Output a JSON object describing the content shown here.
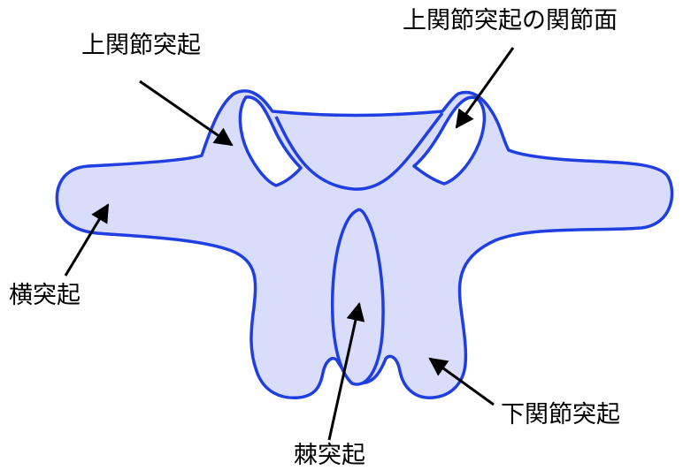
{
  "labels": {
    "superior_articular_process": "上関節突起",
    "superior_articular_facet": "上関節突起の関節面",
    "transverse_process": "横突起",
    "spinous_process": "棘突起",
    "inferior_articular_process": "下関節突起"
  },
  "colors": {
    "outline": "#1f3fe0",
    "fill": "#d9dcfb",
    "facet_fill": "#ffffff",
    "arrow": "#000000"
  }
}
